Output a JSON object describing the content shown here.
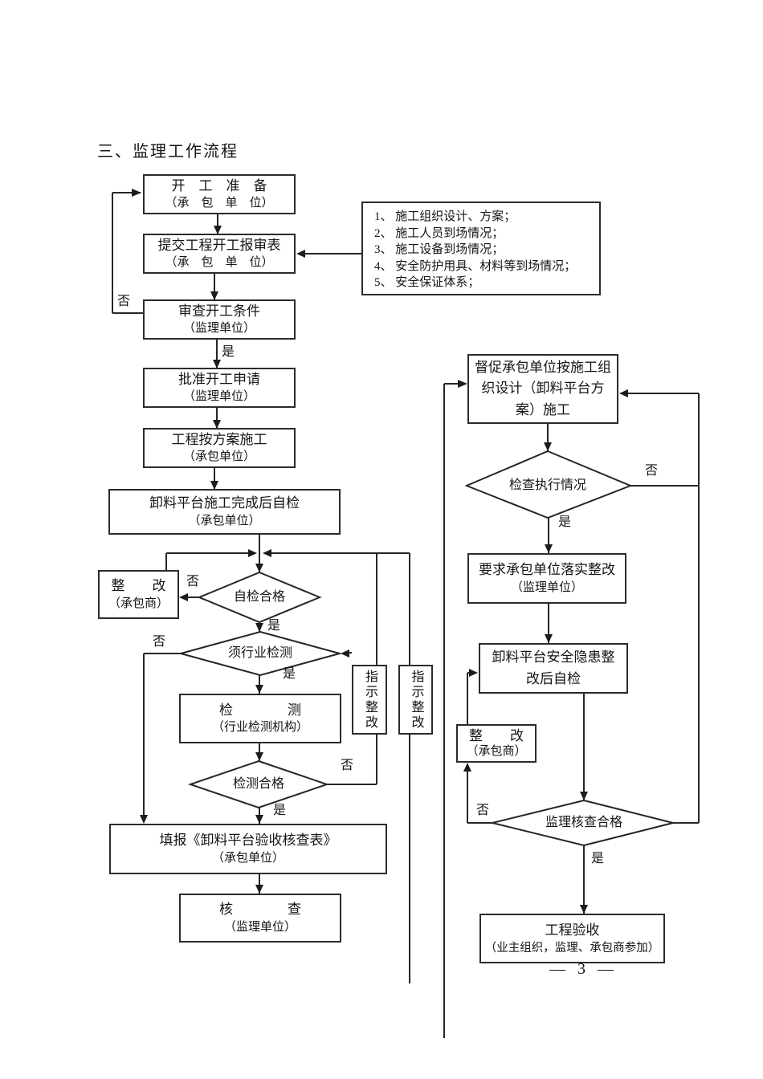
{
  "doc": {
    "section_title": "三、监理工作流程",
    "page_number": "— 3 —"
  },
  "labels": {
    "yes": "是",
    "no": "否"
  },
  "checklist": {
    "items": [
      "1、 施工组织设计、方案；",
      "2、 施工人员到场情况；",
      "3、 施工设备到场情况；",
      "4、 安全防护用具、材料等到场情况；",
      "5、 安全保证体系；"
    ]
  },
  "nodes": {
    "start_prep": {
      "title": "开　工　准　备",
      "subtitle": "（承　包　单　位）"
    },
    "submit_report": {
      "title": "提交工程开工报审表",
      "subtitle": "（承　包　单　位）"
    },
    "review_conditions": {
      "title": "审查开工条件",
      "subtitle": "（监理单位）"
    },
    "approve_start": {
      "title": "批准开工申请",
      "subtitle": "（监理单位）"
    },
    "construct_per_plan": {
      "title": "工程按方案施工",
      "subtitle": "（承包单位）"
    },
    "platform_self_check": {
      "title": "卸料平台施工完成后自检",
      "subtitle": "（承包单位）"
    },
    "rectify_left": {
      "title": "整　　改",
      "subtitle": "（承包商）"
    },
    "self_check_pass": {
      "label": "自检合格"
    },
    "need_industry_test": {
      "label": "须行业检测"
    },
    "testing": {
      "title": "检　　　　测",
      "subtitle": "（行业检测机构）"
    },
    "instruct_rectify_1": {
      "label": "指示整改"
    },
    "instruct_rectify_2": {
      "label": "指示整改"
    },
    "test_pass": {
      "label": "检测合格"
    },
    "fill_form": {
      "title": "填报《卸料平台验收核查表》",
      "subtitle": "（承包单位）"
    },
    "verify": {
      "title": "核　　　　查",
      "subtitle": "（监理单位）"
    },
    "supervise_execution": {
      "title": "督促承包单位按施工组织设计（卸料平台方案）施工"
    },
    "check_execution": {
      "label": "检查执行情况"
    },
    "require_rectify": {
      "title": "要求承包单位落实整改",
      "subtitle": "（监理单位）"
    },
    "recheck_after_rectify": {
      "title": "卸料平台安全隐患整改后自检"
    },
    "rectify_right": {
      "title": "整　　改",
      "subtitle": "（承包商）"
    },
    "supervisor_check_pass": {
      "label": "监理核查合格"
    },
    "acceptance": {
      "title": "工程验收",
      "subtitle": "（业主组织，监理、承包商参加）"
    }
  }
}
